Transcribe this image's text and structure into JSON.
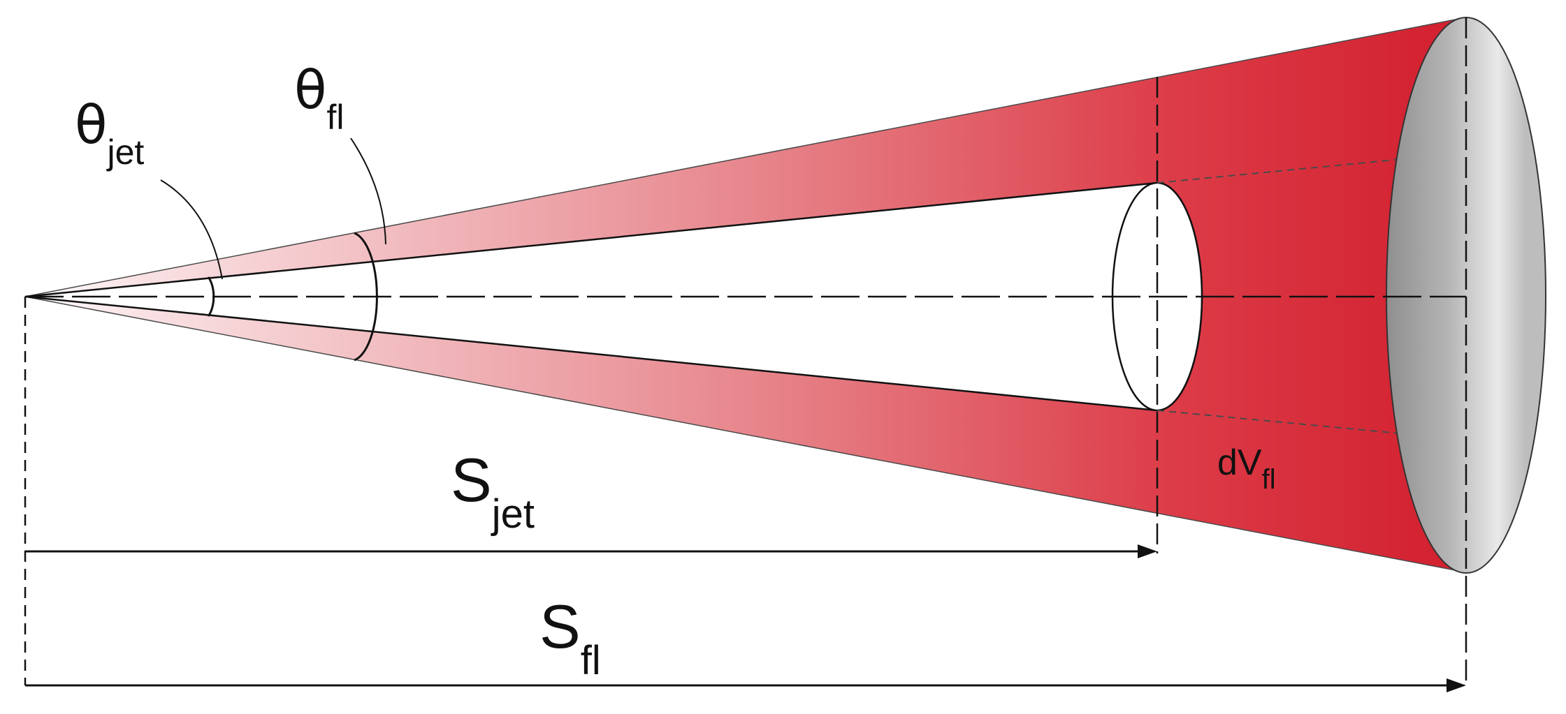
{
  "labels": {
    "theta_jet": {
      "symbol": "θ",
      "sub": "jet"
    },
    "theta_fl": {
      "symbol": "θ",
      "sub": "fl"
    },
    "s_jet": {
      "symbol": "S",
      "sub": "jet"
    },
    "s_fl": {
      "symbol": "S",
      "sub": "fl"
    },
    "dv_fl": {
      "symbol": "dV",
      "sub": "fl"
    }
  },
  "colors": {
    "cone_tip": "#f9e2e4",
    "cone_mid": "#e06a72",
    "cone_base": "#d21f2e",
    "disk_edge": "#9a9a9a",
    "disk_center": "#ececec",
    "line": "#111111"
  }
}
